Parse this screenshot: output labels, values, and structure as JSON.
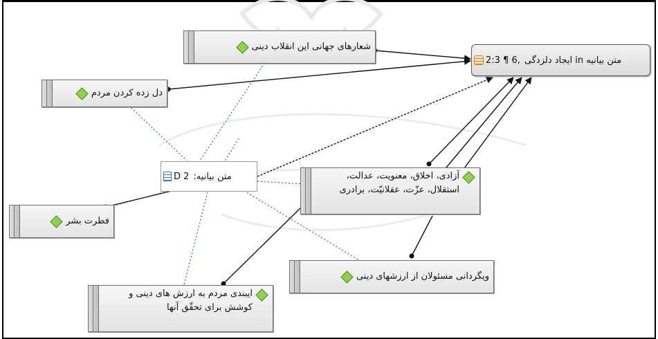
{
  "nodes": {
    "quote": {
      "text": "متن بیانیه in ایجاد دلزدگی",
      "ref": "2:3 ¶ 6,"
    },
    "slogans": {
      "text": "شعارهای جهانی این انقلاب دینی"
    },
    "disillusion": {
      "text": "دل زده کردن مردم"
    },
    "document": {
      "text": "متن بیانیه:",
      "ref": "D 2"
    },
    "values": {
      "text": "آزادی، اخلاق، معنویت، عدالت، استقلال، عزّت، عقلانیّت، برادری"
    },
    "nature": {
      "text": "فطرت بشر"
    },
    "officials": {
      "text": "ویگردانی مسئولان از ارزشهای دینی"
    },
    "faith": {
      "text": "ایبندی مردم به ارزش های دینی و کوشش برای تحقّق آنها"
    }
  },
  "colors": {
    "code_icon": "#8fd14f",
    "doc_icon": "#3a78c4",
    "quote_icon": "#c8822a",
    "link_dotted": "#1f5fd6",
    "link_solid": "#111111"
  }
}
